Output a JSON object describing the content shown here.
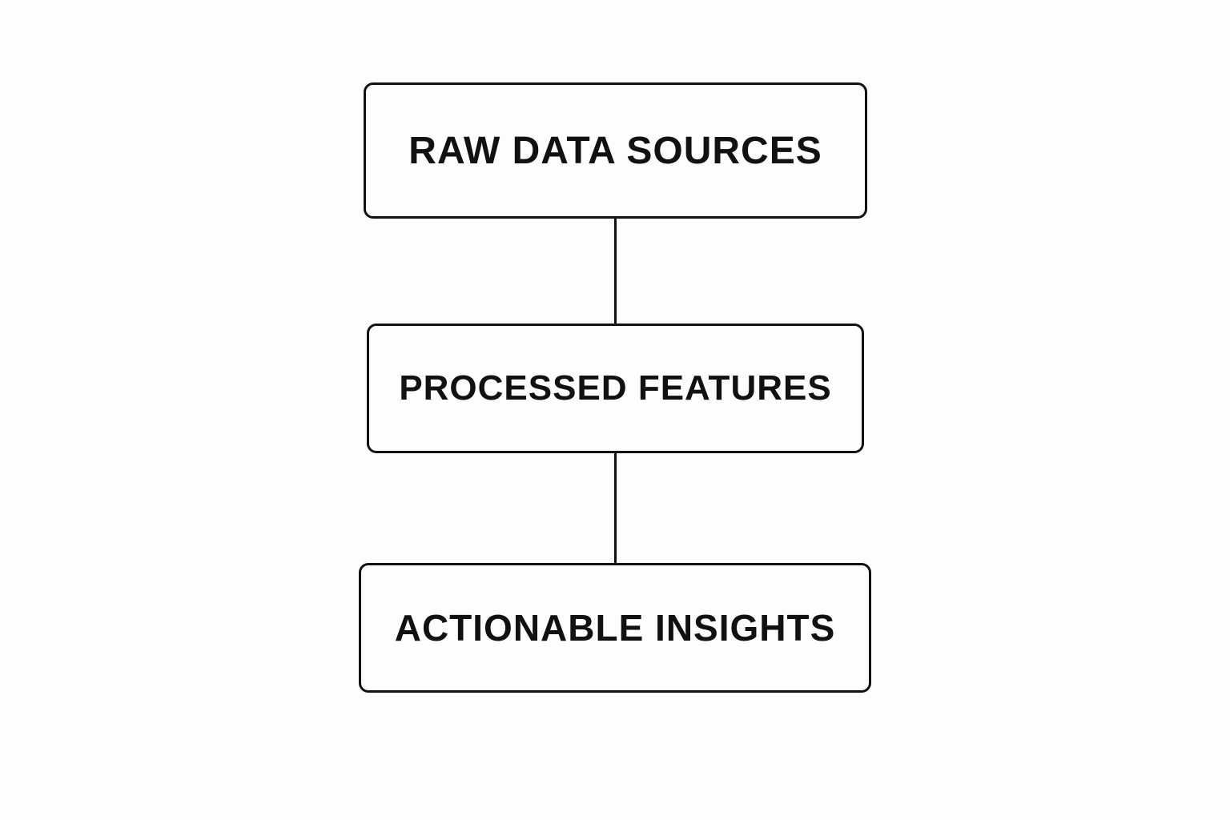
{
  "diagram": {
    "nodes": [
      {
        "label": "RAW DATA SOURCES"
      },
      {
        "label": "PROCESSED FEATURES"
      },
      {
        "label": "ACTIONABLE INSIGHTS"
      }
    ]
  },
  "colors": {
    "background": "#fdfdfb",
    "stroke": "#111111",
    "text": "#111111"
  }
}
